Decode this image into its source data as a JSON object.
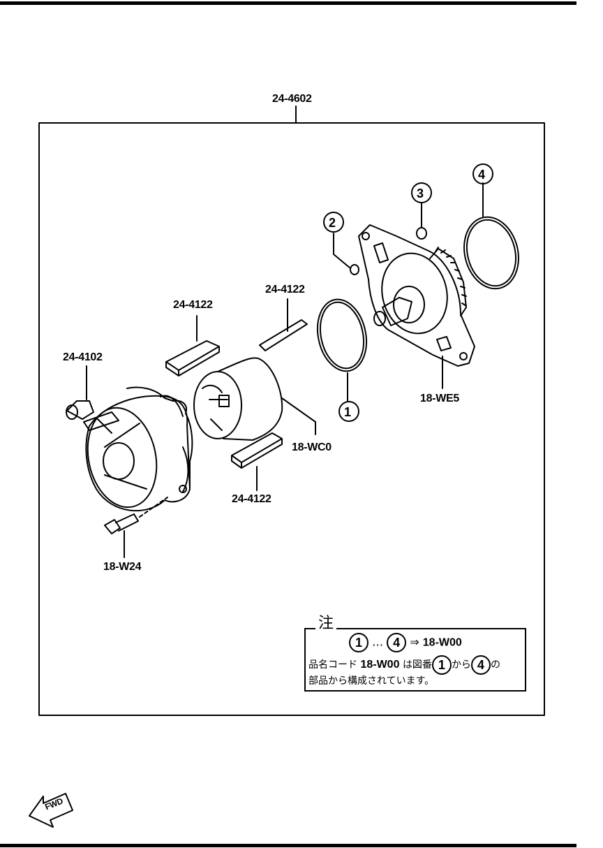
{
  "labels": {
    "assembly": "24-4602",
    "housing": "24-4102",
    "bolt": "18-W24",
    "vane_top": "24-4122",
    "vane_mid": "24-4122",
    "vane_bottom": "24-4122",
    "rotor": "18-WC0",
    "cover": "18-WE5"
  },
  "callouts": [
    "1",
    "2",
    "3",
    "4"
  ],
  "note": {
    "title": "注",
    "line1_sep": "…",
    "line1_arrow": "⇒",
    "line1_code": "18-W00",
    "line2_prefix": "品名コード",
    "line2_code": "18-W00",
    "line2_mid": "は図番",
    "line2_kara": "から",
    "line2_no": "の",
    "line3": "部品から構成されています。"
  },
  "fwd": "FWD"
}
